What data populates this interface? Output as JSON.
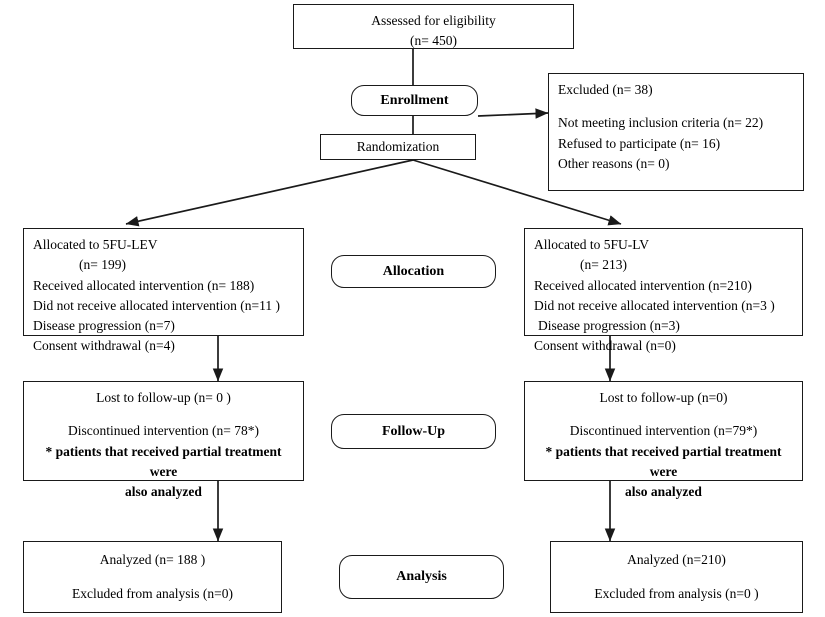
{
  "diagram": {
    "title": "CONSORT participant flow diagram",
    "stroke_color": "#1a1a1a",
    "background_color": "#ffffff"
  },
  "stages": {
    "enrollment": "Enrollment",
    "allocation": "Allocation",
    "followup": "Follow-Up",
    "analysis": "Analysis"
  },
  "assessed": {
    "line1": "Assessed for eligibility",
    "line2": "(n= 450)"
  },
  "randomization": {
    "label": "Randomization"
  },
  "excluded": {
    "heading": "Excluded  (n= 38)",
    "reason1": "Not meeting inclusion criteria (n= 22)",
    "reason2": "Refused to participate (n= 16)",
    "reason3": "Other reasons  (n= 0)"
  },
  "left_arm": {
    "allocation": {
      "line1": "Allocated to 5FU-LEV",
      "line2": "(n= 199)",
      "line3": "Received allocated intervention (n= 188)",
      "line4": "Did not receive allocated intervention (n=11 )",
      "line5": "Disease progression (n=7)",
      "line6": "Consent withdrawal (n=4)"
    },
    "followup": {
      "line1": "Lost to follow-up  (n= 0 )",
      "line2": "Discontinued intervention (n=  78*)",
      "line3": "* patients that received partial treatment were",
      "line4": "also analyzed"
    },
    "analysis": {
      "line1": "Analyzed  (n= 188 )",
      "line2": "Excluded from analysis  (n=0)"
    }
  },
  "right_arm": {
    "allocation": {
      "line1": "Allocated to 5FU-LV",
      "line2": "(n= 213)",
      "line3": "Received allocated intervention (n=210)",
      "line4": "Did not receive allocated intervention (n=3 )",
      "line5": " Disease progression (n=3)",
      "line6": "Consent withdrawal (n=0)"
    },
    "followup": {
      "line1": "Lost to follow-up  (n=0)",
      "line2": "Discontinued intervention (n=79*)",
      "line3": "* patients that received partial treatment were",
      "line4": "also analyzed"
    },
    "analysis": {
      "line1": "Analyzed  (n=210)",
      "line2": "Excluded from analysis  (n=0 )"
    }
  }
}
